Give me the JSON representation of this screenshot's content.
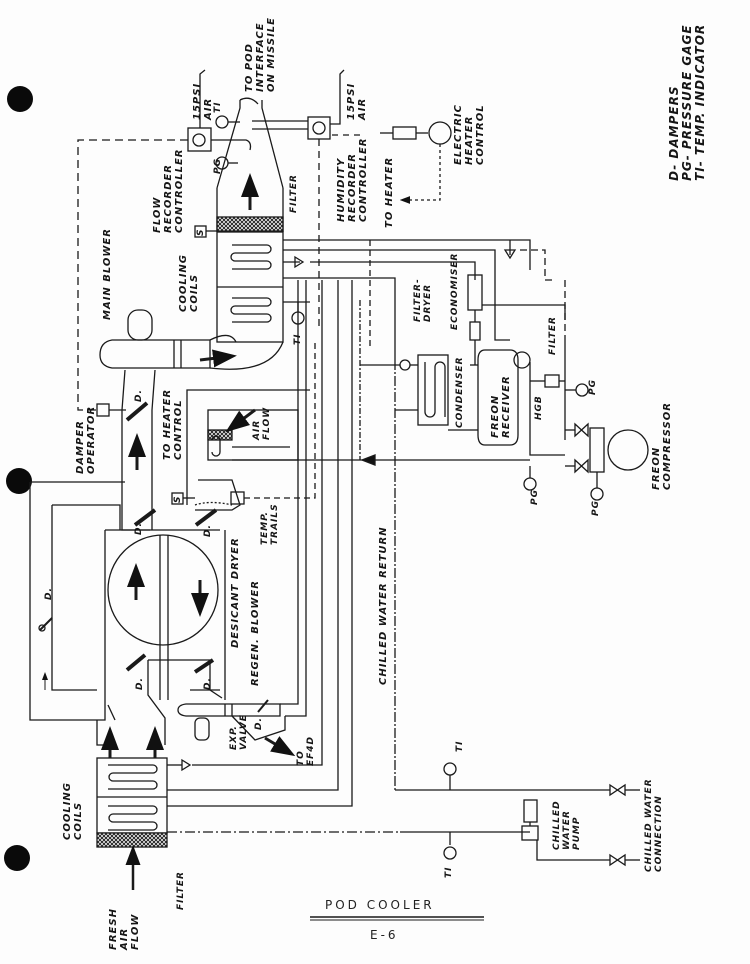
{
  "diagram": {
    "title": "POD COOLER",
    "figure_number": "E-6",
    "orientation": "rotated 90 degrees counter-clockwise"
  },
  "legend": {
    "items": [
      {
        "abbr": "D-",
        "meaning": "DAMPERS"
      },
      {
        "abbr": "PG-",
        "meaning": "PRESSURE GAGE"
      },
      {
        "abbr": "TI-",
        "meaning": "TEMP. INDICATOR"
      }
    ]
  },
  "labels": {
    "to_pod_interface": "TO POD\nINTERFACE\nON MISSILE",
    "air_15psi_1": "15PSI\nAIR",
    "air_15psi_2": "15PSI\nAIR",
    "ti": "TI",
    "pg": "PG",
    "flow_recorder": "FLOW\nRECORDER\nCONTROLLER",
    "humidity_recorder": "HUMIDITY\nRECORDER\nCONTROLLER",
    "electric_heater": "ELECTRIC\nHEATER\nCONTROL",
    "to_heater": "TO HEATER",
    "filter": "FILTER",
    "main_blower": "MAIN BLOWER",
    "cooling_coils": "COOLING\nCOILS",
    "filter_dryer": "FILTER-\nDRYER",
    "economiser": "ECONOMISER",
    "condenser": "CONDENSER",
    "freon_receiver": "FREON\nRECEIVER",
    "hgb": "HGB",
    "freon_compressor": "FREON\nCOMPRESSOR",
    "damper_operator": "DAMPER\nOPERATOR",
    "to_heater_control": "TO HEATER\nCONTROL",
    "air_flow": "AIR\nFLOW",
    "temp_trails": "TEMP.\nTRAILS",
    "desicant_dryer": "DESICANT DRYER",
    "regen_blower": "REGEN. BLOWER",
    "chilled_water_return": "CHILLED WATER RETURN",
    "damper": "D.",
    "exp_valve": "EXP.\nVALVE",
    "to_ef4d": "TO\nEF4D",
    "fresh_air_flow": "FRESH\nAIR\nFLOW",
    "chilled_water_pump": "CHILLED\nWATER\nPUMP",
    "chilled_water_connection": "CHILLED WATER\nCONNECTION",
    "sensor_s": "S"
  }
}
